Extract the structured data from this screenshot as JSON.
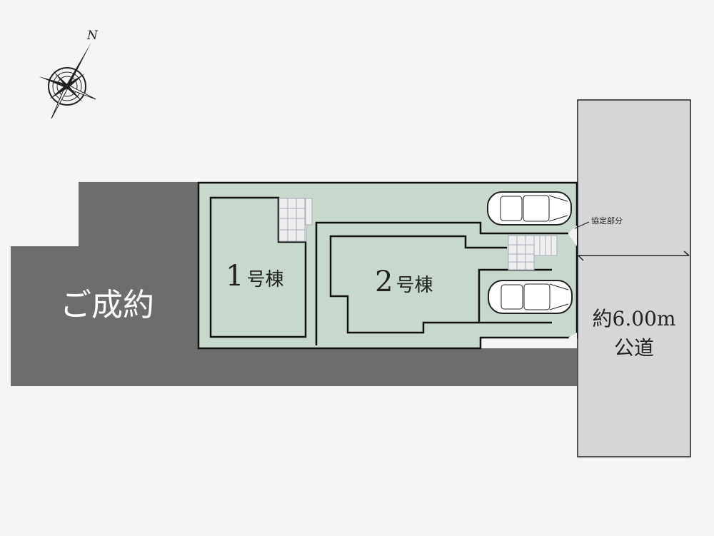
{
  "labels": {
    "sold": "ご成約",
    "building1_num": "1",
    "building1_suffix": "号棟",
    "building2_num": "2",
    "building2_suffix": "号棟",
    "agreement": "協定部分",
    "road_width": "約6.00m",
    "road_type": "公道",
    "north": "N"
  },
  "colors": {
    "background": "#f6f5f3",
    "sold_area": "#6d6d6d",
    "lot": "#c8d8cc",
    "road": "#d5d6d8"
  }
}
